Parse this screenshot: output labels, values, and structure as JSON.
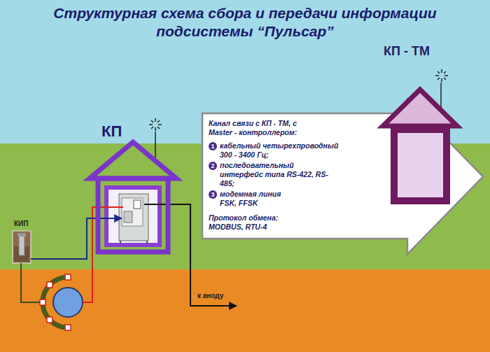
{
  "diagram": {
    "title": "Структурная схема сбора и передачи информации подсистемы “Пульсар”",
    "nodes": [
      {
        "text": [
          "КП"
        ]
      },
      {
        "text": [
          "Канал связи с КП - ТМ, с Master - контроллером:",
          "1",
          "кабельный четырехпроводный 300 - 3400 Гц;",
          "2",
          "последовательный интерфейс типа RS-422, RS-485;",
          "3",
          "модемная линия FSK, FFSK",
          "Протокол обмена:",
          "MODBUS, RTU-4"
        ]
      },
      {
        "text": [
          "КП - ТМ"
        ]
      }
    ],
    "labels": [
      "КИП",
      "к аноду"
    ]
  }
}
